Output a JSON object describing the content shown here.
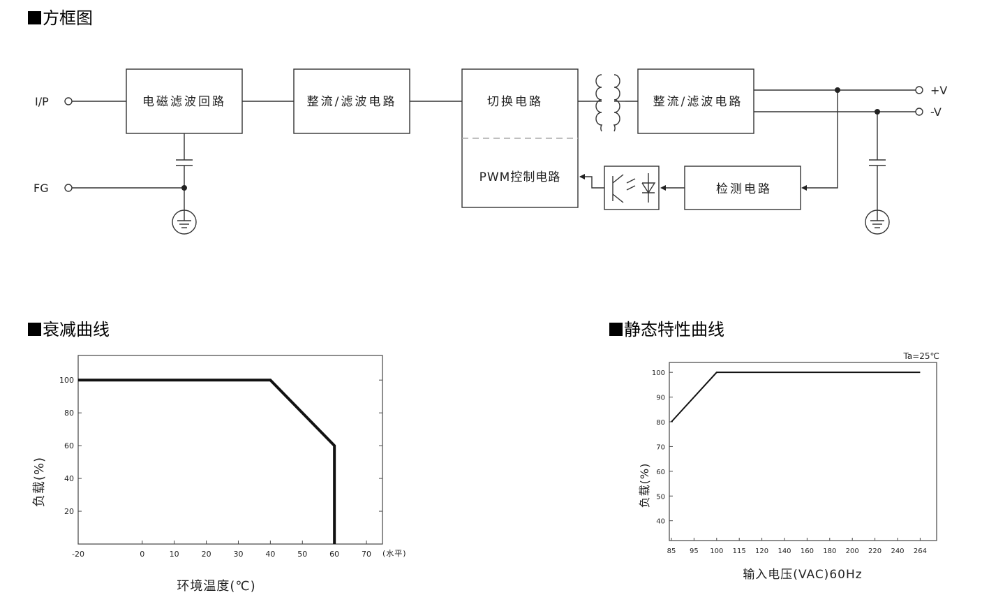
{
  "sections": {
    "block_diagram": "方框图",
    "derating": "衰减曲线",
    "static": "静态特性曲线"
  },
  "block_diagram": {
    "terminals": {
      "ip": "I/P",
      "fg": "FG",
      "vpos": "+V",
      "vneg": "-V"
    },
    "blocks": {
      "emi": "电磁滤波回路",
      "rect1": "整流/滤波电路",
      "switch": "切换电路",
      "pwm": "PWM控制电路",
      "rect2": "整流/滤波电路",
      "detect": "检测电路"
    }
  },
  "chart_data": [
    {
      "type": "line",
      "title": "",
      "xlabel": "环境温度(℃)",
      "ylabel": "负载(%)",
      "x_unit_note": "(水平)",
      "xlim": [
        -20,
        75
      ],
      "ylim": [
        0,
        115
      ],
      "x_ticks": [
        -20,
        0,
        10,
        20,
        30,
        40,
        50,
        60,
        70
      ],
      "y_ticks": [
        20,
        40,
        60,
        80,
        100
      ],
      "series": [
        {
          "x": [
            -20,
            40,
            60,
            60
          ],
          "y": [
            100,
            100,
            60,
            0
          ]
        }
      ]
    },
    {
      "type": "line",
      "title": "",
      "annotation": "Ta=25℃",
      "xlabel": "输入电压(VAC)60Hz",
      "ylabel": "负载(%)",
      "x_categories": [
        "85",
        "95",
        "100",
        "115",
        "120",
        "140",
        "160",
        "180",
        "200",
        "220",
        "240",
        "264"
      ],
      "ylim": [
        32,
        104
      ],
      "y_ticks": [
        40,
        50,
        60,
        70,
        80,
        90,
        100
      ],
      "series": [
        {
          "x": [
            "85",
            "100",
            "264"
          ],
          "y": [
            80,
            100,
            100
          ]
        }
      ]
    }
  ]
}
